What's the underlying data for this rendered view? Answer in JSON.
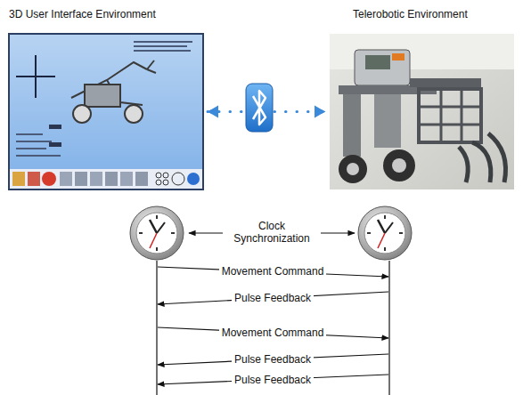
{
  "diagram": {
    "nodes": [
      {
        "text": [
          "3D User Interface Environment"
        ]
      },
      {
        "text": [
          "Telerobotic Environment"
        ]
      }
    ],
    "edges": [
      {
        "from": 0,
        "to": 1,
        "arrow": "both"
      }
    ],
    "labels": [
      "Clock Synchronization",
      "Movement Command",
      "Pulse Feedback",
      "Movement Command",
      "Pulse Feedback",
      "Pulse Feedback"
    ]
  }
}
